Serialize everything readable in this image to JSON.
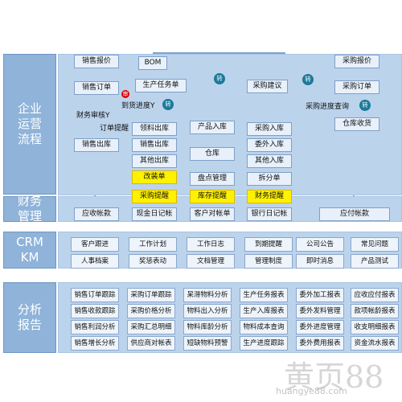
{
  "sections": [
    {
      "name": "section-enterprise",
      "label": "企业\n运营\n流程"
    },
    {
      "name": "section-finance",
      "label": "财务\n管理"
    },
    {
      "name": "section-crm",
      "label": "CRM\nKM"
    },
    {
      "name": "section-analysis",
      "label": "分析\n报告"
    }
  ],
  "flow": {
    "sales_quote": "销售报价",
    "sales_order": "销售订单",
    "finance_review": "财务审核Y",
    "order_reminder": "订单提醒",
    "sales_outbound": "销售出库",
    "bom": "BOM",
    "production_task": "生产任务单",
    "delivery_progress": "到货进度Y",
    "purchase_suggest": "采购建议",
    "purchase_quote": "采购报价",
    "purchase_order": "采购订单",
    "purchase_progress": "采购进度查询",
    "warehouse_receive": "仓库收货",
    "material_outbound": "领料出库",
    "sales_outbound2": "销售出库",
    "other_outbound": "其他出库",
    "product_inbound": "产品入库",
    "warehouse": "仓库",
    "purchase_inbound": "采购入库",
    "outsourced_inbound": "委外入库",
    "other_inbound": "其他入库",
    "modify_order": "改装单",
    "inventory_manage": "盘点管理",
    "split_order": "拆分单",
    "purchase_alert": "采购提醒",
    "stock_alert": "库存提醒",
    "finance_alert": "财务提醒",
    "receivable": "应收帐款",
    "cash_journal": "现金日记帐",
    "customer_bill": "客户对帐单",
    "bank_journal": "银行日记帐",
    "payable": "应付帐款",
    "turn": "转",
    "red_mark": "审"
  },
  "crm_rows": [
    [
      "客户跟进",
      "工作计划",
      "工作日志",
      "到期提醒",
      "公司公告",
      "常见问题"
    ],
    [
      "人事档案",
      "奖惩表动",
      "文档管理",
      "管理制度",
      "即时消息",
      "产品测试"
    ]
  ],
  "analysis_rows": [
    [
      "销售订单跟踪",
      "采购订单跟踪",
      "呆滞物料分析",
      "生产任务报表",
      "委外加工报表",
      "应收应付报表"
    ],
    [
      "销售收款跟踪",
      "采购价格分析",
      "物料出入分析",
      "生产入库报表",
      "委外发料管理",
      "款项帐龄报表"
    ],
    [
      "销售利润分析",
      "采购汇总明细",
      "物料库龄分析",
      "物料成本查询",
      "委外进度管理",
      "收支明细报表"
    ],
    [
      "销售增长分析",
      "供应商对帐表",
      "短缺物料预警",
      "生产进度跟踪",
      "委外费用报表",
      "资金流水报表"
    ]
  ],
  "watermark": {
    "main": "黄页88",
    "sub": "huangye88.com"
  }
}
